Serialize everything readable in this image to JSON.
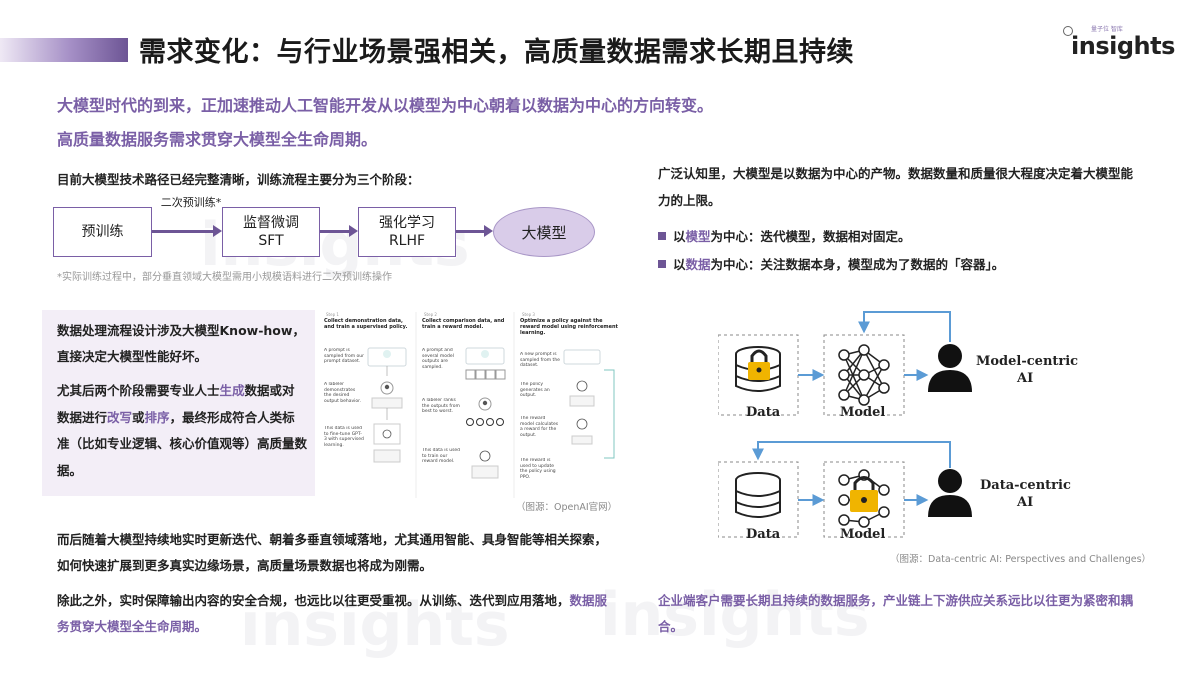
{
  "header": {
    "title": "需求变化：与行业场景强相关，高质量数据需求长期且持续",
    "logo_small": "量子位 智库",
    "logo_word": "insights"
  },
  "subtitles": [
    "大模型时代的到来，正加速推动人工智能开发从以模型为中心朝着以数据为中心的方向转变。",
    "高质量数据服务需求贯穿大模型全生命周期。"
  ],
  "left": {
    "intro": "目前大模型技术路径已经完整清晰，训练流程主要分为三个阶段：",
    "pipeline": {
      "stage1": "预训练",
      "arrow_label": "二次预训练*",
      "stage2_line1": "监督微调",
      "stage2_line2": "SFT",
      "stage3_line1": "强化学习",
      "stage3_line2": "RLHF",
      "result": "大模型"
    },
    "footnote": "*实际训练过程中，部分垂直领域大模型需用小规模语料进行二次预训练操作",
    "box_p1": "数据处理流程设计涉及大模型Know-how，直接决定大模型性能好坏。",
    "box_p2_parts": [
      "尤其后两个阶段需要专业人士",
      "生成",
      "数据或对数据进行",
      "改写",
      "或",
      "排序",
      "，最终形成符合人类标准（比如专业逻辑、核心价值观等）高质量数据。"
    ],
    "fig_caption": "（图源：OpenAI官网）",
    "fig_steps": [
      {
        "step": "Step 1",
        "head": "Collect demonstration data, and train a supervised policy.",
        "t1": "A prompt is sampled from our prompt dataset.",
        "t2": "A labeler demonstrates the desired output behavior.",
        "t3": "This data is used to fine-tune GPT-3 with supervised learning."
      },
      {
        "step": "Step 2",
        "head": "Collect comparison data, and train a reward model.",
        "t1": "A prompt and several model outputs are sampled.",
        "t2": "A labeler ranks the outputs from best to worst.",
        "t3": "This data is used to train our reward model."
      },
      {
        "step": "Step 3",
        "head": "Optimize a policy against the reward model using reinforcement learning.",
        "t1": "A new prompt is sampled from the dataset.",
        "t2": "The policy generates an output.",
        "t3": "The reward model calculates a reward for the output.",
        "t4": "The reward is used to update the policy using PPO."
      }
    ],
    "bottom_p1": "而后随着大模型持续地实时更新迭代、朝着多垂直领域落地，尤其通用智能、具身智能等相关探索，如何快速扩展到更多真实边缘场景，高质量场景数据也将成为刚需。",
    "bottom_p2_a": "除此之外，实时保障输出内容的安全合规，也远比以往更受重视。从训练、迭代到应用落地，",
    "bottom_p2_b": "数据服务贯穿大模型全生命周期。"
  },
  "right": {
    "intro": "广泛认知里，大模型是以数据为中心的产物。数据数量和质量很大程度决定着大模型能力的上限。",
    "bullet1_a": "以",
    "bullet1_b": "模型",
    "bullet1_c": "为中心：迭代模型，数据相对固定。",
    "bullet2_a": "以",
    "bullet2_b": "数据",
    "bullet2_c": "为中心：关注数据本身，模型成为了数据的「容器」。",
    "diagram": {
      "data_label": "Data",
      "model_label": "Model",
      "mc_line1": "Model-centric",
      "mc_line2": "AI",
      "dc_line1": "Data-centric",
      "dc_line2": "AI"
    },
    "fig_caption": "（图源：Data-centric AI: Perspectives and Challenges）",
    "conclusion": "企业端客户需要长期且持续的数据服务，产业链上下游供应关系远比以往更为紧密和耦合。"
  },
  "colors": {
    "accent": "#7a5fa6",
    "accent_dark": "#6d5595",
    "diagram_blue": "#5b9bd5",
    "lock_gold": "#f0b400"
  }
}
